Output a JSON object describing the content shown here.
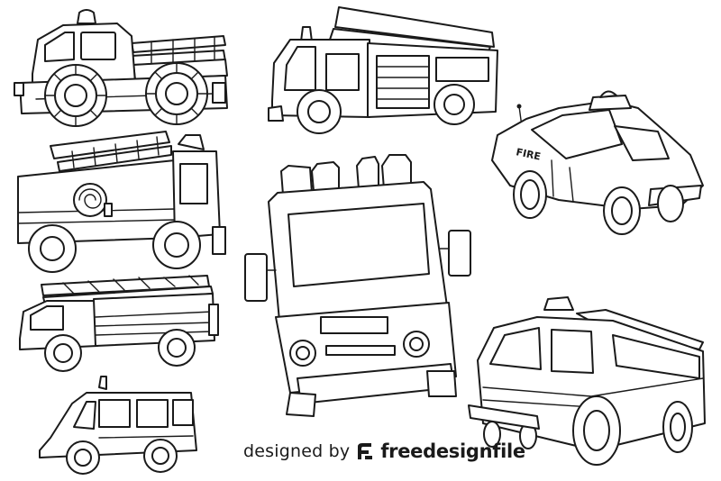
{
  "image": {
    "background": "#ffffff",
    "line_color": "#1a1a1a",
    "trucks": [
      {
        "name": "ladder-monster-truck"
      },
      {
        "name": "boxy-ladder-truck"
      },
      {
        "name": "police-style-fire-car",
        "door_text": "FIRE"
      },
      {
        "name": "hose-reel-ladder-truck"
      },
      {
        "name": "front-view-fire-truck"
      },
      {
        "name": "long-ladder-truck"
      },
      {
        "name": "small-fire-van"
      },
      {
        "name": "perspective-fire-truck"
      }
    ]
  },
  "credit": {
    "prefix": "designed by",
    "brand": "freedesignfile",
    "logo_icon": "freedesignfile-logo-icon"
  }
}
